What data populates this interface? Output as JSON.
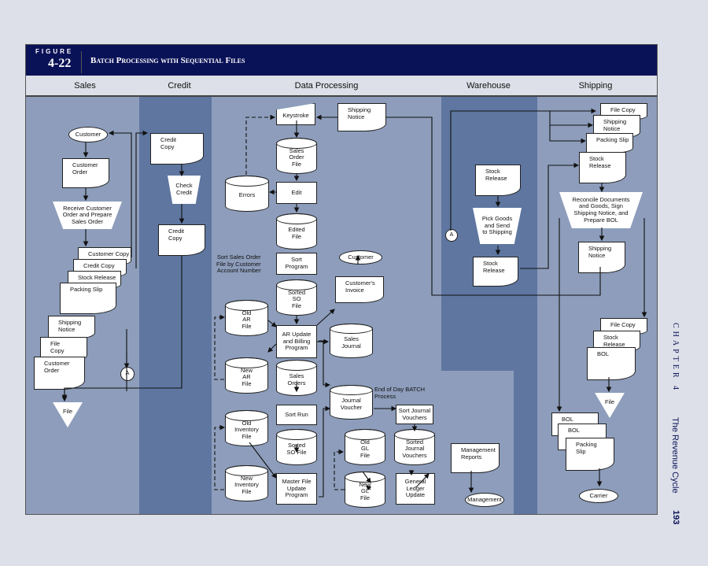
{
  "figure": {
    "label": "FIGURE",
    "number": "4-22",
    "title": "Batch Processing with Sequential Files"
  },
  "lanes": [
    "Sales",
    "Credit",
    "Data Processing",
    "Warehouse",
    "Shipping"
  ],
  "nodes": {
    "s_customer": "Customer",
    "s_cust_order": "Customer\nOrder",
    "s_receive": "Receive Customer\nOrder and Prepare\nSales Order",
    "s_cust_copy": "Customer Copy",
    "s_credit_copy": "Credit Copy",
    "s_stock_rel": "Stock Release",
    "s_packing": "Packing Slip",
    "s_ship_notice": "Shipping\nNotice",
    "s_file_copy": "File\nCopy",
    "s_cust_order2": "Customer\nOrder",
    "s_a": "A",
    "s_file": "File",
    "c_credit_copy": "Credit\nCopy",
    "c_check": "Check\nCredit",
    "c_credit_copy2": "Credit\nCopy",
    "d_keystroke": "Keystroke",
    "d_ship_notice": "Shipping\nNotice",
    "d_so_file": "Sales\nOrder\nFile",
    "d_edit": "Edit",
    "d_errors": "Errors",
    "d_edited": "Edited\nFile",
    "d_sort_prog": "Sort\nProgram",
    "d_sort_note": "Sort Sales Order\nFile by Customer\nAccount Number",
    "d_customer": "Customer",
    "d_invoice": "Customer's\nInvoice",
    "d_sorted_so": "Sorted\nSO\nFile",
    "d_old_ar": "Old\nAR\nFile",
    "d_ar_update": "AR Update\nand Billing\nProgram",
    "d_sales_journal": "Sales\nJournal",
    "d_new_ar": "New\nAR\nFile",
    "d_sales_orders": "Sales\nOrders",
    "d_jv": "Journal\nVoucher",
    "d_eod": "End of Day BATCH\nProcess",
    "d_sort_run": "Sort Run",
    "d_sort_jv": "Sort Journal\nVouchers",
    "d_old_inv": "Old\nInventory\nFile",
    "d_sorted_so2": "Sorted\nSO File",
    "d_old_gl": "Old\nGL\nFile",
    "d_sorted_jv": "Sorted\nJournal\nVouchers",
    "d_mgmt_reports": "Management\nReports",
    "d_new_inv": "New\nInventory\nFile",
    "d_master": "Master File\nUpdate\nProgram",
    "d_new_gl": "New\nGL\nFile",
    "d_gl_update": "General\nLedger\nUpdate",
    "d_management": "Management",
    "w_stock_rel": "Stock\nRelease",
    "w_pick": "Pick Goods\nand Send\nto Shipping",
    "w_a": "A",
    "w_stock_rel2": "Stock\nRelease",
    "h_file_copy": "File Copy",
    "h_ship_notice": "Shipping\nNotice",
    "h_packing": "Packing Slip",
    "h_stock_rel": "Stock\nRelease",
    "h_reconcile": "Reconcile Documents\nand Goods, Sign\nShipping Notice, and\nPrepare BOL",
    "h_ship_notice2": "Shipping\nNotice",
    "h_file_copy2": "File Copy",
    "h_stock_rel2": "Stock\nRelease",
    "h_bol": "BOL",
    "h_file": "File",
    "h_bol2": "BOL",
    "h_bol3": "BOL",
    "h_packing2": "Packing\nSlip",
    "h_carrier": "Carrier"
  },
  "margin": {
    "chapter": "CHAPTER 4",
    "title": "The Revenue Cycle",
    "page": "193"
  }
}
